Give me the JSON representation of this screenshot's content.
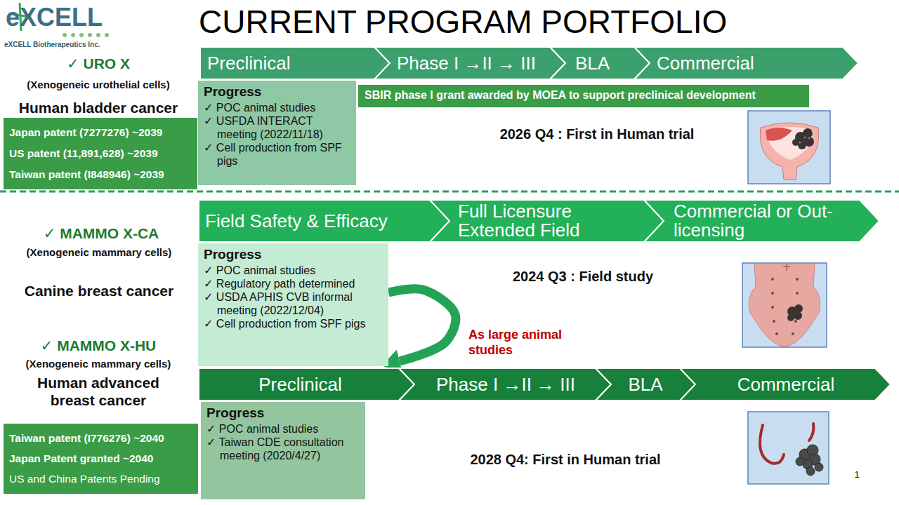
{
  "diagram": {
    "title": "CURRENT PROGRAM PORTFOLIO",
    "nodes": [
      {
        "text": [
          "Preclinical"
        ]
      },
      {
        "text": [
          "Phase I →II → III"
        ]
      },
      {
        "text": [
          "BLA"
        ]
      },
      {
        "text": [
          "Commercial"
        ]
      },
      {
        "text": [
          "Progress",
          "✓ POC animal studies",
          "✓ USFDA INTERACT meeting (2022/11/18)",
          "✓ Cell production from SPF pigs"
        ]
      },
      {
        "text": [
          "SBIR phase I grant awarded by MOEA to support preclinical development"
        ]
      },
      {
        "text": [
          "Japan patent (7277276) ~2039",
          "US patent (11,891,628) ~2039",
          "Taiwan patent (I848946) ~2039"
        ]
      },
      {
        "text": [
          "Field Safety & Efficacy"
        ]
      },
      {
        "text": [
          "Full Licensure Extended Field"
        ]
      },
      {
        "text": [
          "Commercial or Out-licensing"
        ]
      },
      {
        "text": [
          "Progress",
          "✓ POC animal studies",
          "✓ Regulatory path determined",
          "✓ USDA APHIS CVB informal meeting (2022/12/04)",
          "✓ Cell production from SPF pigs"
        ]
      },
      {
        "text": [
          "Preclinical"
        ]
      },
      {
        "text": [
          "Phase I →II → III"
        ]
      },
      {
        "text": [
          "BLA"
        ]
      },
      {
        "text": [
          "Commercial"
        ]
      },
      {
        "text": [
          "Progress",
          "✓ POC animal studies",
          "✓ Taiwan CDE consultation meeting (2020/4/27)"
        ]
      },
      {
        "text": [
          "Taiwan patent (I776276) ~2040",
          "Japan Patent granted ~2040",
          "US and China Patents Pending"
        ]
      }
    ],
    "edges": [
      {
        "from": 10,
        "to": 11,
        "label": "As large animal studies",
        "arrow": "to"
      }
    ],
    "labels": [
      "eXCELL",
      "eXCELL Biotherapeutics Inc.",
      "✓ URO X",
      "(Xenogeneic urothelial cells)",
      "Human bladder cancer",
      "2026 Q4 : First in Human trial",
      "✓ MAMMO X-CA",
      "(Xenogeneic mammary cells)",
      "Canine breast cancer",
      "2024 Q3 : Field study",
      "✓ MAMMO X-HU",
      "(Xenogeneic mammary cells)",
      "Human advanced breast cancer",
      "2028 Q4: First in Human trial",
      "1"
    ]
  }
}
